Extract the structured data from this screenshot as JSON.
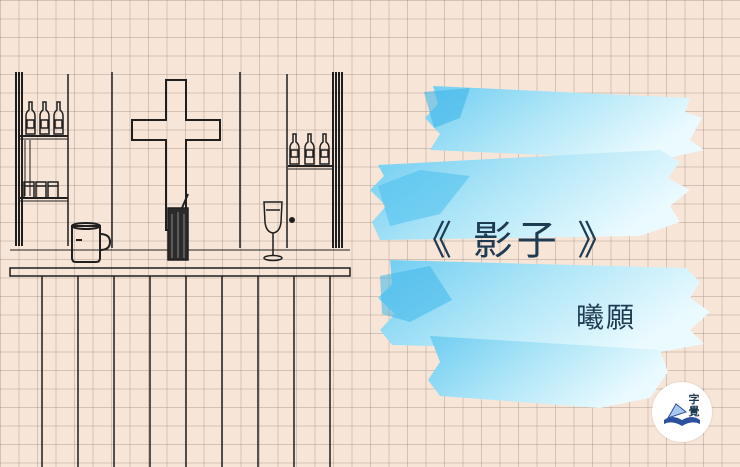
{
  "cover": {
    "title": "《 影子 》",
    "author": "曦願",
    "badge_text": "字覺"
  },
  "colors": {
    "background": "#f7e6d8",
    "brush_light": "#c8f0fb",
    "brush_mid": "#7fd2f2",
    "brush_dark": "#39b8ea",
    "ink": "#1f1f1f",
    "text": "#1f3b52"
  },
  "icons": [
    "cross-icon",
    "bottle-icon",
    "mug-icon",
    "tall-glass-icon",
    "wine-glass-icon",
    "book-icon"
  ]
}
